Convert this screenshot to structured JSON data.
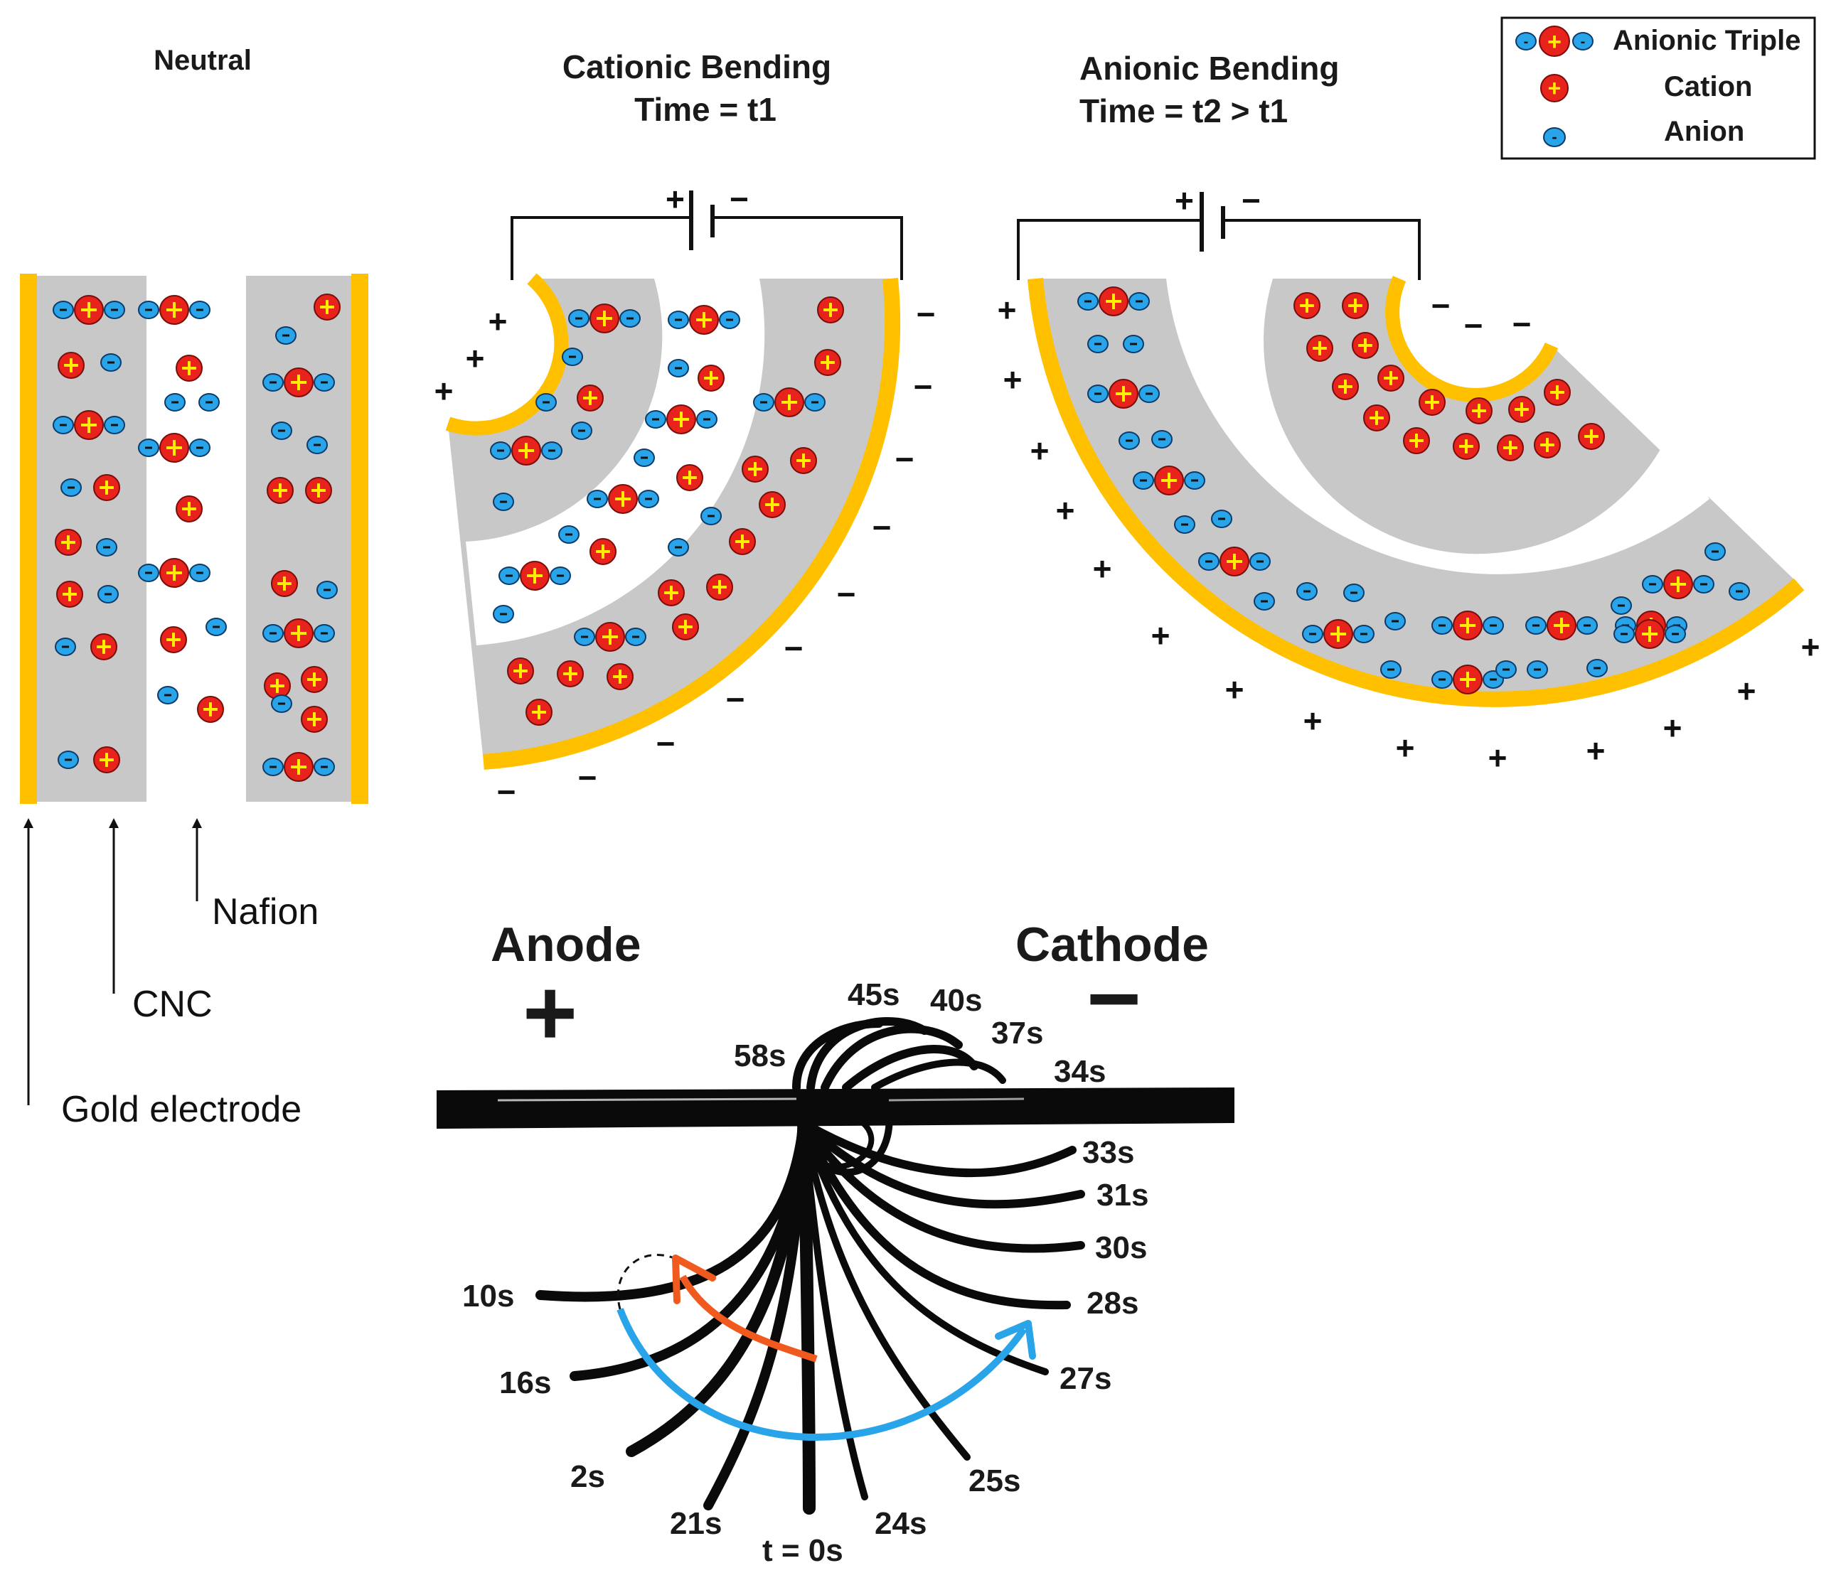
{
  "panels": {
    "neutral": {
      "title": "Neutral"
    },
    "cationic": {
      "title_line1": "Cationic Bending",
      "title_line2": "Time = t1"
    },
    "anionic": {
      "title_line1": "Anionic Bending",
      "title_line2": "Time = t2 > t1"
    }
  },
  "legend": {
    "items": [
      {
        "label": "Anionic Triple",
        "icon": "anionic-triple-icon"
      },
      {
        "label": "Cation",
        "icon": "cation-icon"
      },
      {
        "label": "Anion",
        "icon": "anion-icon"
      }
    ]
  },
  "layer_labels": {
    "nafion": "Nafion",
    "cnc": "CNC",
    "gold": "Gold electrode"
  },
  "electrodes": {
    "anode": "Anode",
    "cathode": "Cathode",
    "anode_sign": "+",
    "cathode_sign": "−"
  },
  "battery": {
    "plus": "+",
    "minus": "−"
  },
  "time_labels": {
    "t0": "t = 0s",
    "t2": "2s",
    "t10": "10s",
    "t16": "16s",
    "t21": "21s",
    "t24": "24s",
    "t25": "25s",
    "t27": "27s",
    "t28": "28s",
    "t30": "30s",
    "t31": "31s",
    "t33": "33s",
    "t34": "34s",
    "t37": "37s",
    "t40": "40s",
    "t45": "45s",
    "t58": "58s"
  },
  "colors": {
    "gold": "#ffc000",
    "membrane": "#c8c8c8",
    "cation": "#e8231c",
    "cation_sign": "#ffee00",
    "anion": "#2aa4e8",
    "red_arrow": "#f05a1e",
    "blue_arrow": "#2aa4e8"
  }
}
